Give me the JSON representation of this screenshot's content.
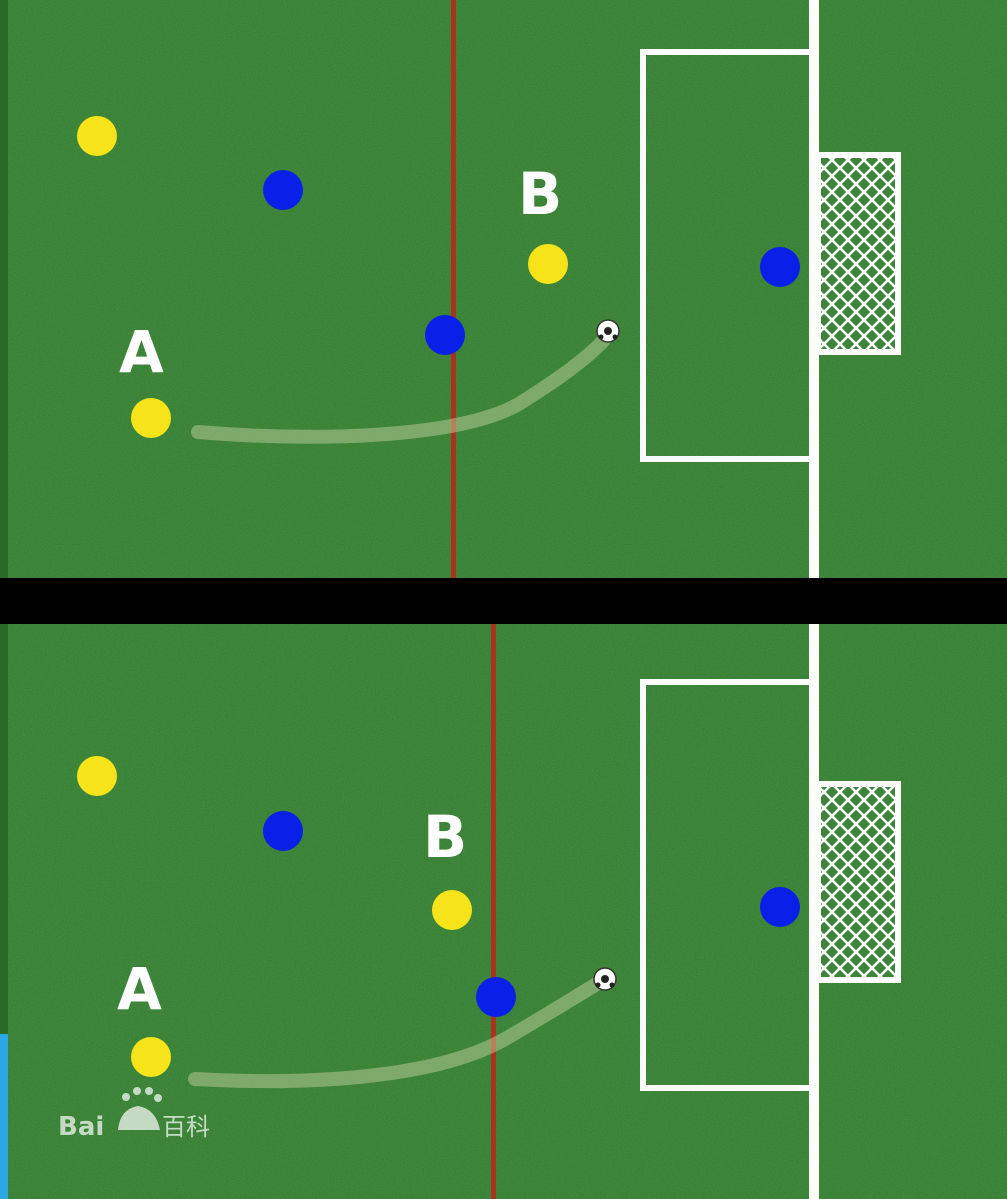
{
  "panels": [
    {
      "id": "top",
      "labels": {
        "A": "A",
        "B": "B"
      }
    },
    {
      "id": "bottom",
      "labels": {
        "A": "A",
        "B": "B"
      }
    }
  ],
  "colors": {
    "grass": "#2f7a2a",
    "attacker": "#f7e31a",
    "defender": "#0a20e8",
    "offside_line": "#b52a1e",
    "field_lines": "#ffffff"
  },
  "icons": [
    "soccer-ball-icon",
    "baidu-paw-icon"
  ],
  "watermark": {
    "brand_left": "Bai",
    "brand_right": "百科"
  }
}
